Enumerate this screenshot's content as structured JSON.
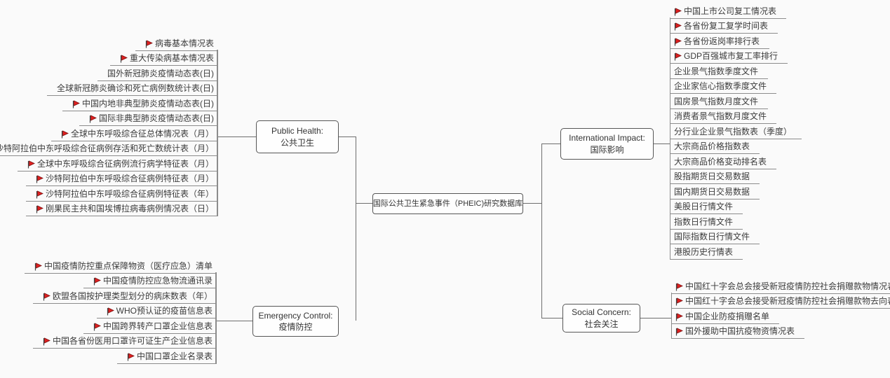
{
  "canvas": {
    "background": "#fafafa",
    "line_color": "#8c8c8c",
    "flag_color": "#e02020"
  },
  "root": {
    "label": "国际公共卫生紧急事件（PHEIC)研究数据库"
  },
  "branches": [
    {
      "id": "public-health",
      "title_en": "Public Health:",
      "title_zh": "公共卫生",
      "items": [
        {
          "label": "病毒基本情况表",
          "flag": true
        },
        {
          "label": "重大传染病基本情况表",
          "flag": true
        },
        {
          "label": "国外新冠肺炎疫情动态表(日)",
          "flag": false
        },
        {
          "label": "全球新冠肺炎确诊和死亡病例数统计表(日)",
          "flag": false
        },
        {
          "label": "中国内地非典型肺炎疫情动态表(日)",
          "flag": true
        },
        {
          "label": "国际非典型肺炎疫情动态表(日)",
          "flag": true
        },
        {
          "label": "全球中东呼吸综合征总体情况表（月）",
          "flag": true
        },
        {
          "label": "沙特阿拉伯中东呼吸综合征病例存活和死亡数统计表（月）",
          "flag": true
        },
        {
          "label": "全球中东呼吸综合征病例流行病学特征表（月）",
          "flag": true
        },
        {
          "label": "沙特阿拉伯中东呼吸综合征病例特征表（月）",
          "flag": true
        },
        {
          "label": "沙特阿拉伯中东呼吸综合征病例特征表（年）",
          "flag": true
        },
        {
          "label": "刚果民主共和国埃博拉病毒病例情况表（日）",
          "flag": true
        }
      ]
    },
    {
      "id": "emergency-control",
      "title_en": "Emergency Control:",
      "title_zh": "疫情防控",
      "items": [
        {
          "label": "中国疫情防控重点保障物资（医疗应急）清单",
          "flag": true
        },
        {
          "label": "中国疫情防控应急物流通讯录",
          "flag": true
        },
        {
          "label": "欧盟各国按护理类型划分的病床数表（年）",
          "flag": true
        },
        {
          "label": "WHO预认证的疫苗信息表",
          "flag": true
        },
        {
          "label": "中国跨界转产口罩企业信息表",
          "flag": true
        },
        {
          "label": "中国各省份医用口罩许可证生产企业信息表",
          "flag": true
        },
        {
          "label": "中国口罩企业名录表",
          "flag": true
        }
      ]
    },
    {
      "id": "international-impact",
      "title_en": "International Impact:",
      "title_zh": "国际影响",
      "items": [
        {
          "label": "中国上市公司复工情况表",
          "flag": true
        },
        {
          "label": "各省份复工复学时间表",
          "flag": true
        },
        {
          "label": "各省份返岗率排行表",
          "flag": true
        },
        {
          "label": "GDP百强城市复工率排行",
          "flag": true
        },
        {
          "label": "企业景气指数季度文件",
          "flag": false
        },
        {
          "label": "企业家信心指数季度文件",
          "flag": false
        },
        {
          "label": "国房景气指数月度文件",
          "flag": false
        },
        {
          "label": "消费者景气指数月度文件",
          "flag": false
        },
        {
          "label": "分行业企业景气指数表（季度）",
          "flag": false
        },
        {
          "label": "大宗商品价格指数表",
          "flag": false
        },
        {
          "label": "大宗商品价格变动排名表",
          "flag": false
        },
        {
          "label": "股指期货日交易数据",
          "flag": false
        },
        {
          "label": "国内期货日交易数据",
          "flag": false
        },
        {
          "label": "美股日行情文件",
          "flag": false
        },
        {
          "label": "指数日行情文件",
          "flag": false
        },
        {
          "label": "国际指数日行情文件",
          "flag": false
        },
        {
          "label": "港股历史行情表",
          "flag": false
        }
      ]
    },
    {
      "id": "social-concern",
      "title_en": "Social Concern:",
      "title_zh": "社会关注",
      "items": [
        {
          "label": "中国红十字会总会接受新冠疫情防控社会捐赠款物情况表(日)",
          "flag": true
        },
        {
          "label": "中国红十字会总会接受新冠疫情防控社会捐赠款物去向表(日)",
          "flag": true
        },
        {
          "label": "中国企业防疫捐赠名单",
          "flag": true
        },
        {
          "label": "国外援助中国抗疫物资情况表",
          "flag": true
        }
      ]
    }
  ]
}
